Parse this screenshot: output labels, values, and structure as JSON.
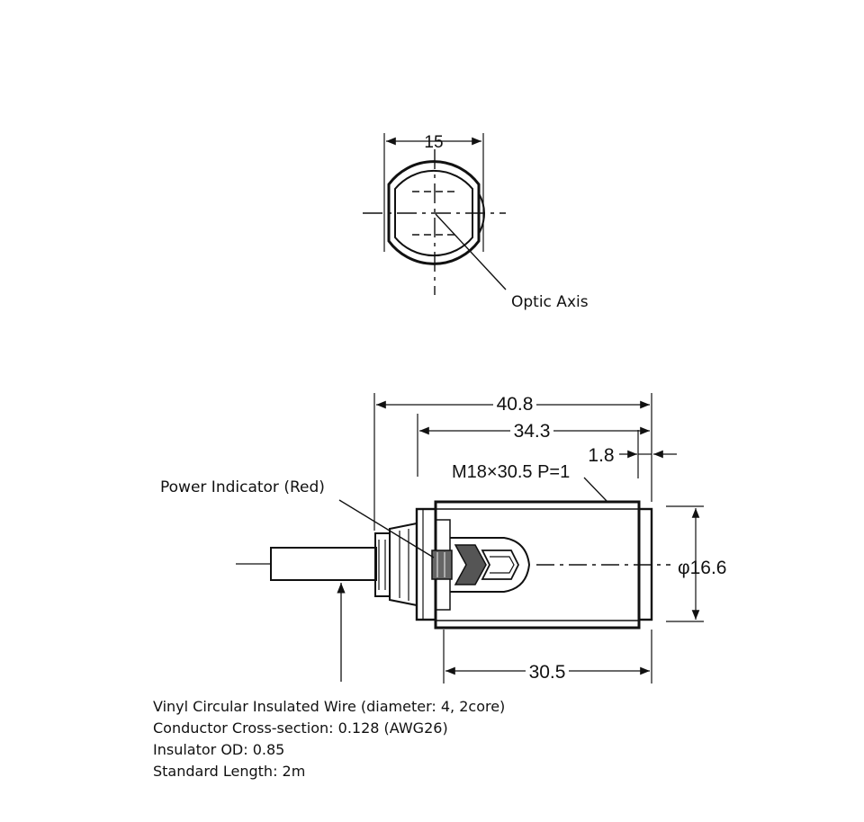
{
  "front_view": {
    "width_dim": "15",
    "optic_axis_label": "Optic Axis"
  },
  "side_view": {
    "overall_length_dim": "40.8",
    "thread_length_dim": "34.3",
    "nut_offset_dim": "1.8",
    "thread_spec": "M18×30.5  P=1",
    "diameter_dim": "φ16.6",
    "body_length_dim": "30.5",
    "power_indicator_label": "Power Indicator (Red)"
  },
  "specs": [
    "Vinyl Circular Insulated Wire (diameter: 4, 2core)",
    "Conductor Cross-section: 0.128 (AWG26)",
    "Insulator OD: 0.85",
    "Standard Length: 2m"
  ],
  "colors": {
    "line": "#111111",
    "background": "#ffffff"
  }
}
